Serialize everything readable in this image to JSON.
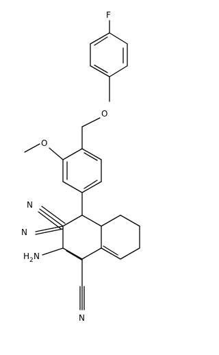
{
  "molecule": {
    "atoms": {
      "fluorine": "F",
      "ether_oxygen": "O",
      "methoxy_oxygen": "O",
      "amine_h": "H",
      "amine_h_count": "2",
      "amine_n": "N",
      "nitrile_n_1": "N",
      "nitrile_n_2": "N",
      "nitrile_n_3": "N"
    },
    "colors": {
      "bond": "#000000",
      "background": "#ffffff"
    }
  }
}
